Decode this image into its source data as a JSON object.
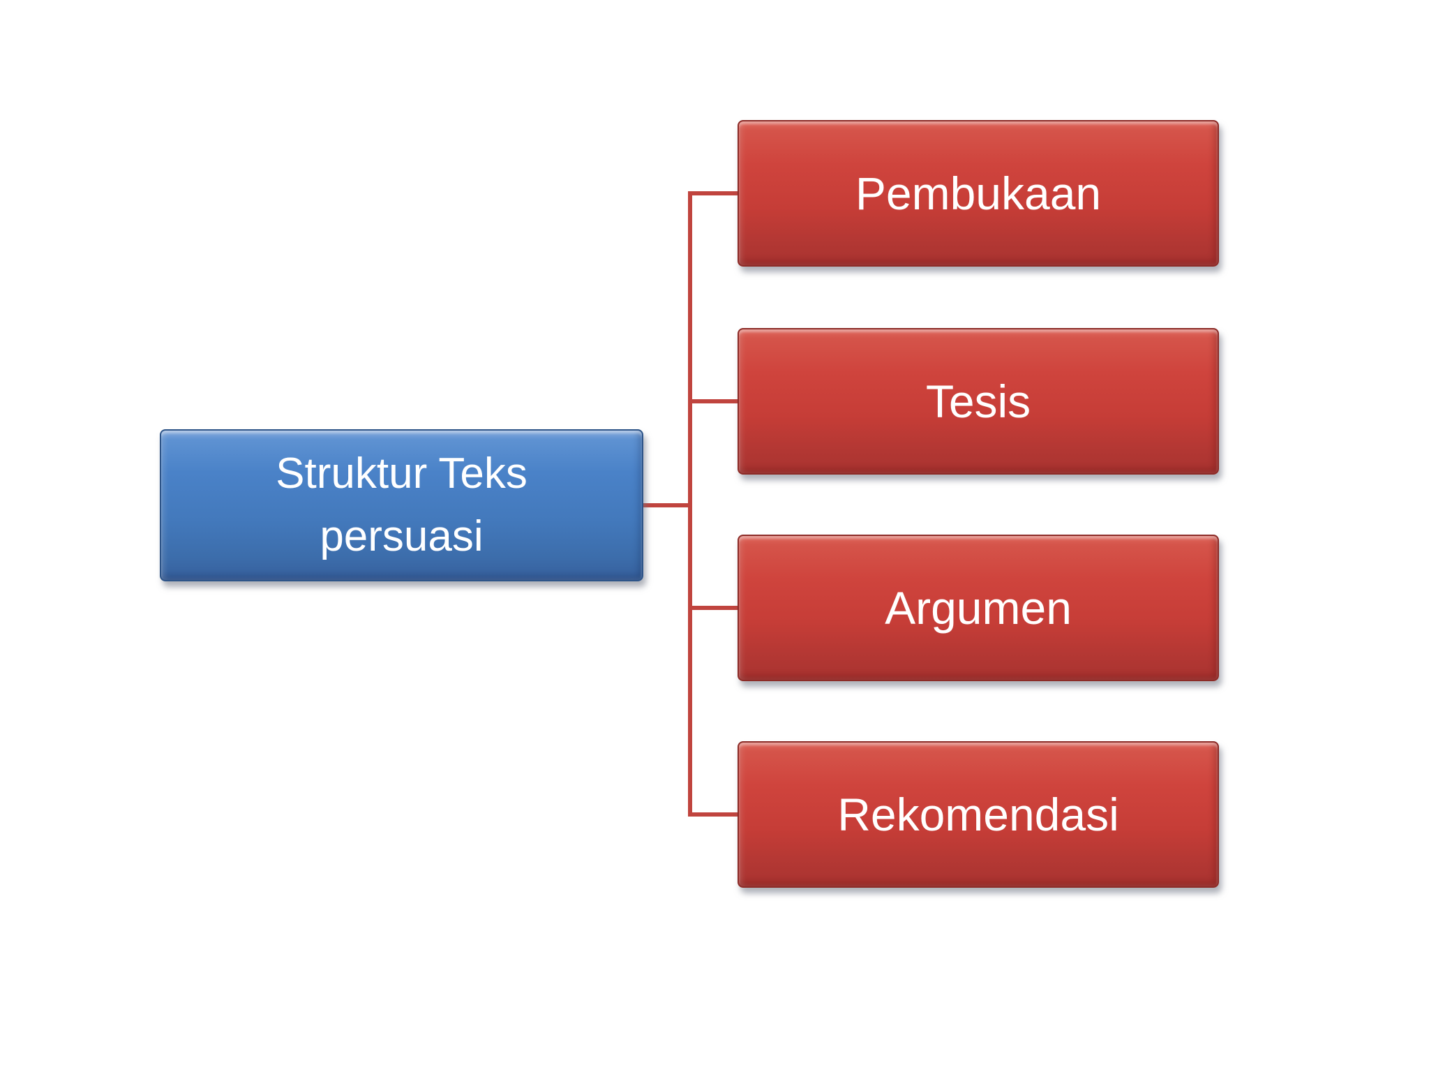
{
  "diagram": {
    "root": {
      "label": "Struktur Teks persuasi",
      "line1": "Struktur Teks",
      "line2": "persuasi"
    },
    "children": [
      {
        "label": "Pembukaan"
      },
      {
        "label": "Tesis"
      },
      {
        "label": "Argumen"
      },
      {
        "label": "Rekomendasi"
      }
    ],
    "colors": {
      "root_fill": "#4a82c8",
      "root_border": "#2d5488",
      "child_fill": "#cf443d",
      "child_border": "#8c2b27",
      "connector": "#c0443e",
      "text": "#ffffff",
      "background": "#ffffff"
    }
  }
}
